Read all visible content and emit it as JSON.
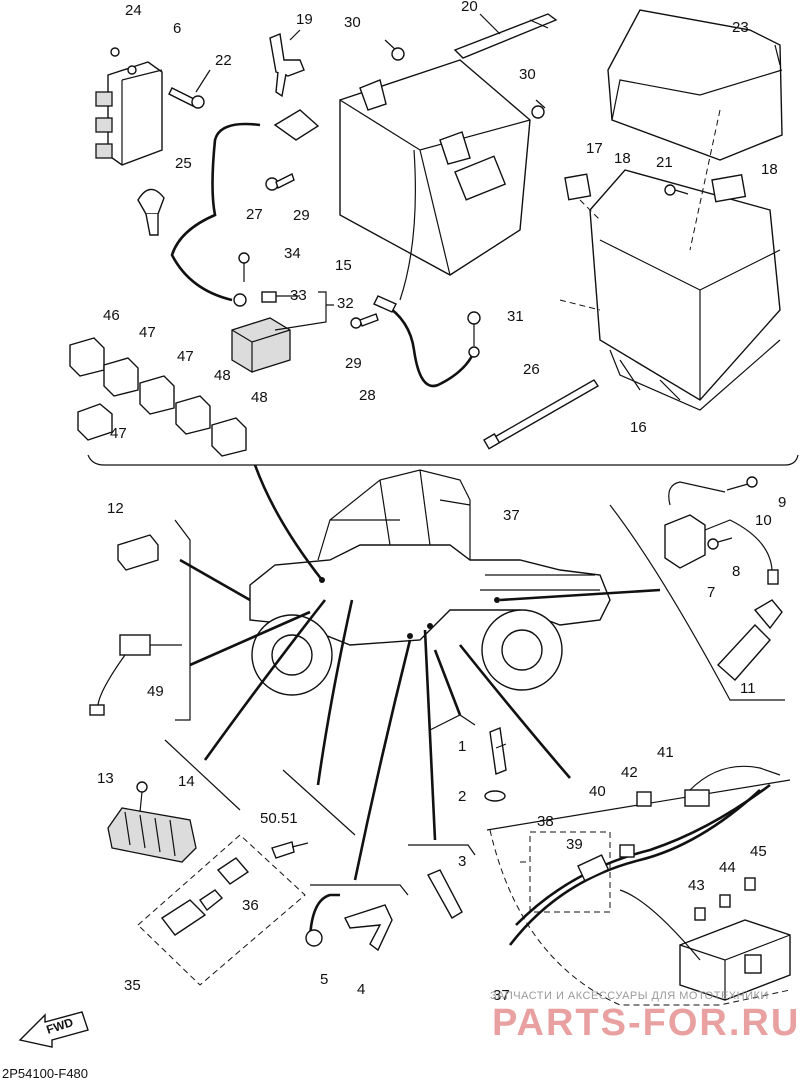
{
  "callouts": [
    "24",
    "6",
    "22",
    "19",
    "30",
    "20",
    "23",
    "30",
    "17",
    "18",
    "21",
    "18",
    "25",
    "27",
    "29",
    "34",
    "15",
    "33",
    "32",
    "46",
    "47",
    "47",
    "31",
    "29",
    "28",
    "48",
    "48",
    "47",
    "26",
    "16",
    "12",
    "37",
    "9",
    "10",
    "8",
    "7",
    "49",
    "11",
    "13",
    "14",
    "1",
    "41",
    "42",
    "2",
    "50.51",
    "40",
    "38",
    "39",
    "45",
    "44",
    "43",
    "3",
    "36",
    "35",
    "5",
    "4",
    "37"
  ],
  "footer": {
    "fwd_label": "FWD",
    "diagram_code": "2P54100-F480"
  },
  "watermark": {
    "tagline": "ЗАПЧАСТИ И АКСЕССУАРЫ ДЛЯ МОТОТЕХНИКИ",
    "logo": "PARTS-FOR.RU"
  }
}
